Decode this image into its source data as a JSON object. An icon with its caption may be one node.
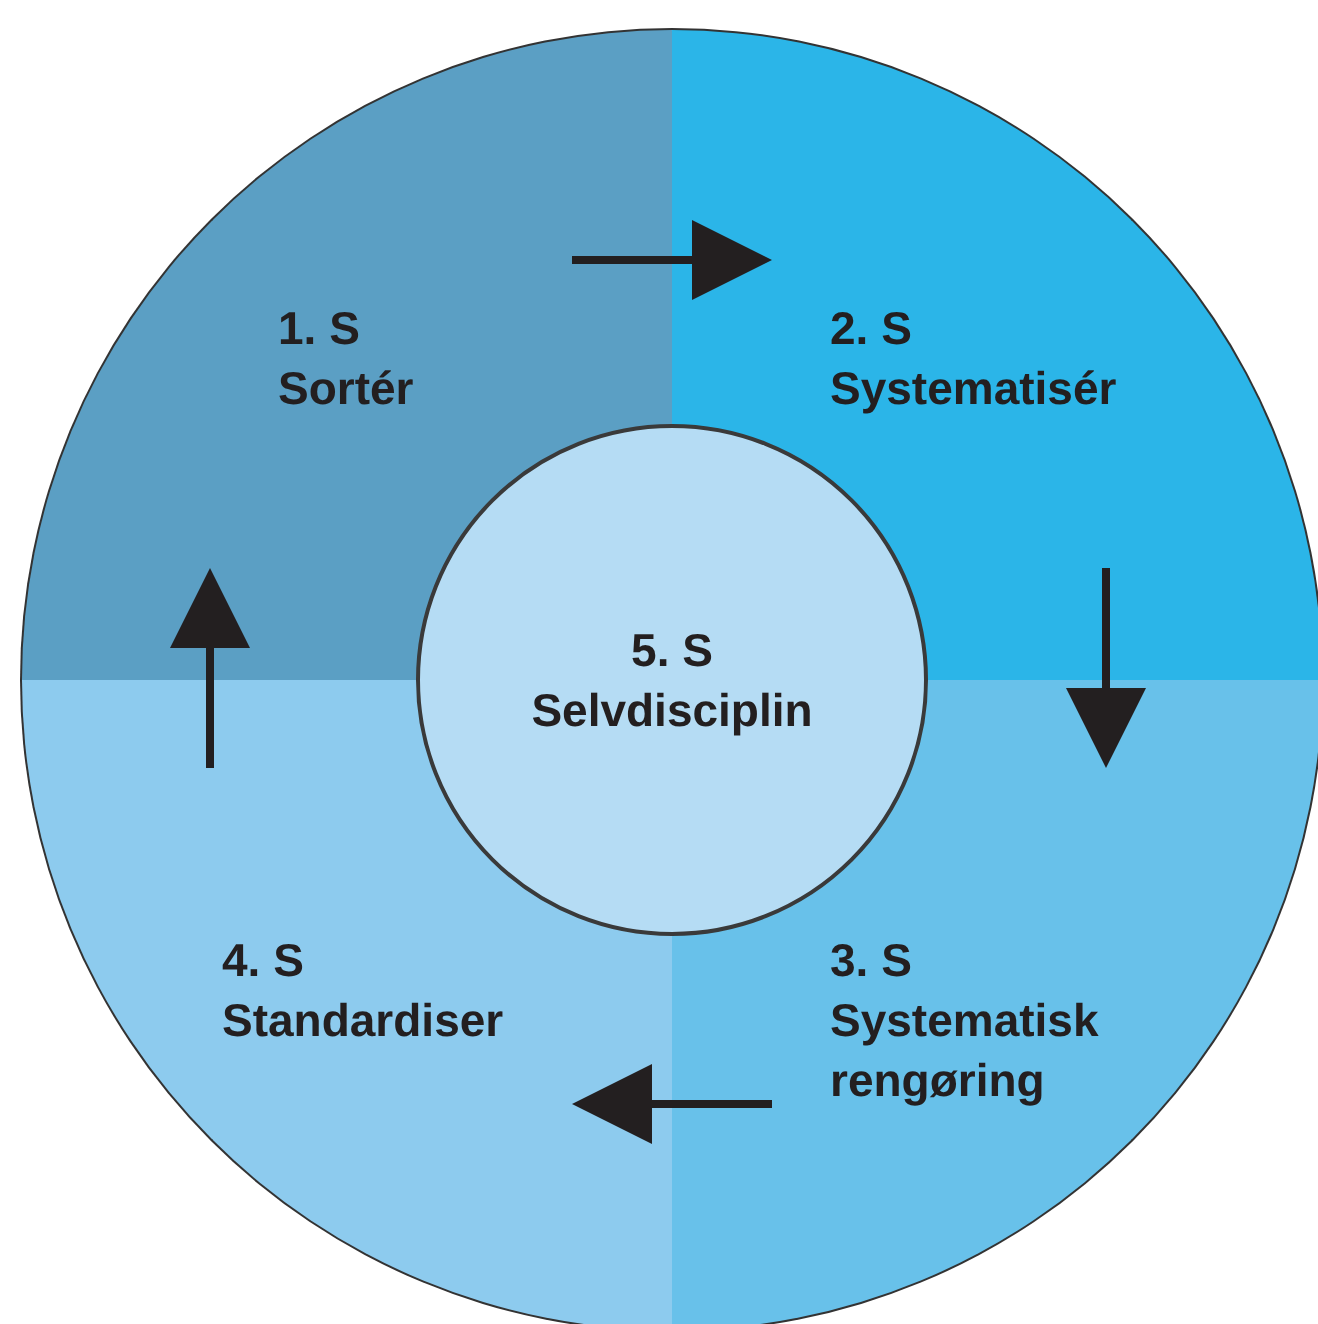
{
  "diagram": {
    "nodes": [
      {
        "text": [
          "1. S",
          "Sortér"
        ]
      },
      {
        "text": [
          "2. S",
          "Systematisér"
        ]
      },
      {
        "text": [
          "3. S",
          "Systematisk rengøring"
        ]
      },
      {
        "text": [
          "4. S",
          "Standardiser"
        ]
      },
      {
        "text": [
          "5. S",
          "Selvdisciplin"
        ]
      }
    ],
    "edges": [
      {
        "from": 0,
        "to": 1,
        "arrow": "to"
      },
      {
        "from": 1,
        "to": 2,
        "arrow": "to"
      },
      {
        "from": 2,
        "to": 3,
        "arrow": "to"
      },
      {
        "from": 3,
        "to": 0,
        "arrow": "to"
      }
    ]
  }
}
